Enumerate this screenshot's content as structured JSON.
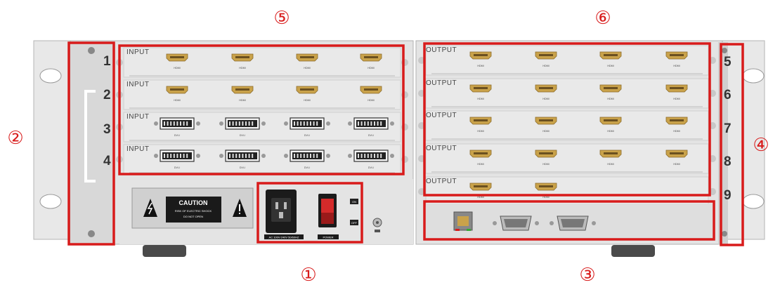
{
  "callouts": {
    "c1": "①",
    "c2": "②",
    "c3": "③",
    "c4": "④",
    "c5": "⑤",
    "c6": "⑥"
  },
  "slots": {
    "left": [
      "1",
      "2",
      "3",
      "4"
    ],
    "right": [
      "5",
      "6",
      "7",
      "8",
      "9"
    ]
  },
  "input_cards": [
    {
      "label": "INPUT",
      "port_label": "HDMI"
    },
    {
      "label": "INPUT",
      "port_label": "HDMI"
    },
    {
      "label": "INPUT",
      "port_label": "DVI-I"
    },
    {
      "label": "INPUT",
      "port_label": "DVI-I"
    }
  ],
  "output_cards": [
    {
      "label": "OUTPUT",
      "port_label": "HDMI"
    },
    {
      "label": "OUTPUT",
      "port_label": "HDMI"
    },
    {
      "label": "OUTPUT",
      "port_label": "HDMI"
    },
    {
      "label": "OUTPUT",
      "port_label": "HDMI"
    },
    {
      "label": "OUTPUT",
      "port_label": "HDMI"
    }
  ],
  "caution": {
    "title": "CAUTION",
    "line1": "RISK OF ELECTRIC SHOCK",
    "line2": "DO NOT OPEN"
  },
  "power": {
    "ac_label": "AC 100V-240V 50/60HZ",
    "power_label": "POWER",
    "on_label": "ON",
    "off_label": "OFF"
  },
  "colors": {
    "highlight": "#d81b1b",
    "chassis": "#e4e4e4",
    "hdmi_port": "#c9a24a",
    "switch": "#d42a2a"
  }
}
